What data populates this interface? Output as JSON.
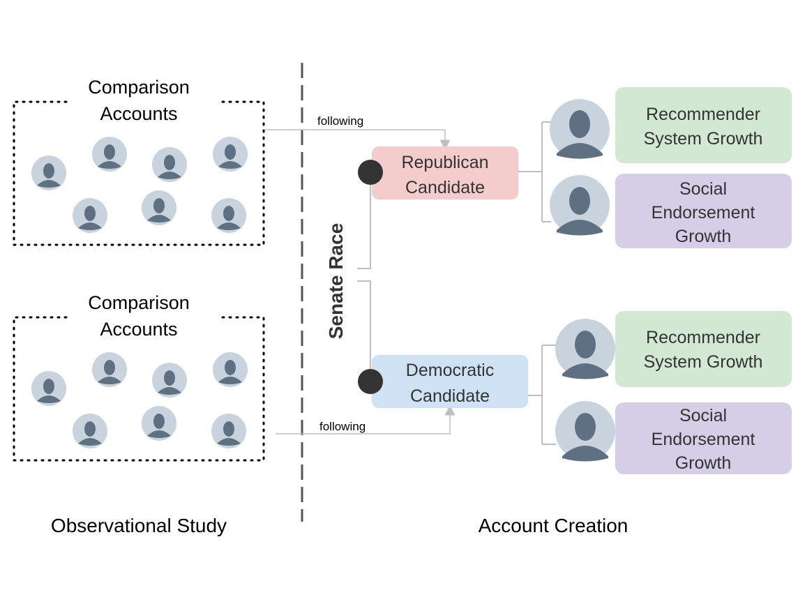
{
  "left_section": {
    "groups": [
      {
        "title_line1": "Comparison",
        "title_line2": "Accounts"
      },
      {
        "title_line1": "Comparison",
        "title_line2": "Accounts"
      }
    ],
    "footer_label": "Observational Study"
  },
  "edge_label_following_1": "following",
  "edge_label_following_2": "following",
  "vertical_label": "Senate Race",
  "candidates": [
    {
      "line1": "Republican",
      "line2": "Candidate",
      "color": "#f4cccc",
      "accounts": [
        {
          "lines": [
            "Recommender",
            "System Growth"
          ],
          "color": "#d3e8d3"
        },
        {
          "lines": [
            "Social",
            "Endorsement",
            "Growth"
          ],
          "color": "#d5cee6"
        }
      ]
    },
    {
      "line1": "Democratic",
      "line2": "Candidate",
      "color": "#cfe2f3",
      "accounts": [
        {
          "lines": [
            "Recommender",
            "System Growth"
          ],
          "color": "#d3e8d3"
        },
        {
          "lines": [
            "Social",
            "Endorsement",
            "Growth"
          ],
          "color": "#d5cee6"
        }
      ]
    }
  ],
  "right_footer_label": "Account Creation",
  "colors": {
    "avatar_bg": "#c9d3dd",
    "avatar_fg": "#5f7083",
    "dot": "#333333",
    "connector": "#bfbfbf",
    "divider": "#555555"
  }
}
